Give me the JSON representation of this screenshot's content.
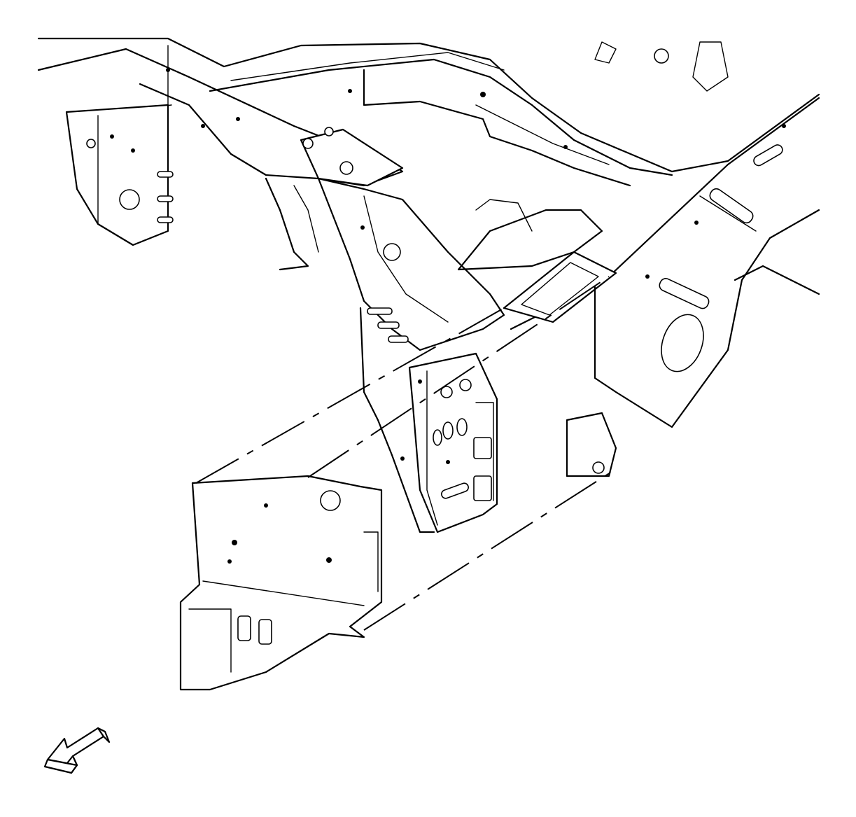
{
  "diagram": {
    "style": "line-art",
    "background": "#ffffff",
    "ink_color": "#000000",
    "components": [
      "upper-frame-rail",
      "left-front-bracket",
      "center-crossmember",
      "right-side-rail",
      "lower-rail-panel",
      "rail-extension-panel"
    ],
    "indicator": "direction-arrow"
  }
}
